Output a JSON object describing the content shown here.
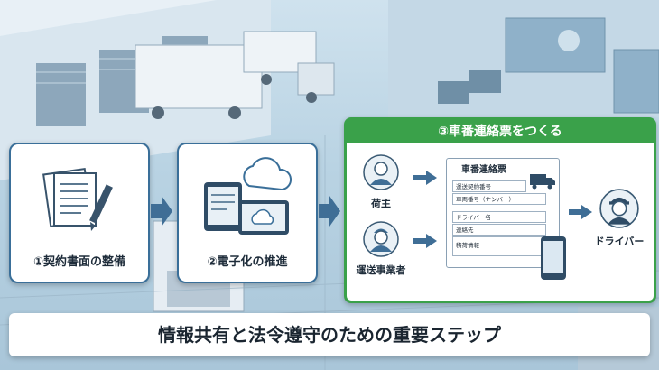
{
  "steps": [
    {
      "label": "①契約書面の整備",
      "icon": "documents-icon"
    },
    {
      "label": "②電子化の推進",
      "icon": "cloud-devices-icon"
    }
  ],
  "panel": {
    "title": "③車番連絡票をつくる",
    "shipper": "荷主",
    "carrier": "運送事業者",
    "driver": "ドライバー",
    "form": {
      "title": "車番連絡票",
      "fields": [
        "運送契約番号",
        "車両番号（ナンバー）",
        "ドライバー名",
        "連絡先",
        "積荷情報"
      ]
    }
  },
  "footer": {
    "text": "情報共有と法令遵守のための重要ステップ"
  },
  "colors": {
    "accent_green": "#3aa14a",
    "card_border": "#3a6f99",
    "arrow_blue": "#3f6e96"
  }
}
